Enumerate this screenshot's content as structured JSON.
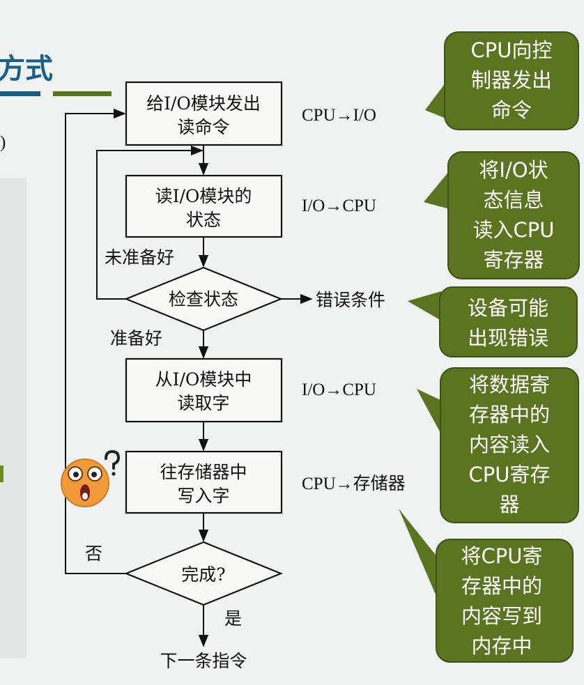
{
  "slide": {
    "title_fragment": "方式",
    "left_fragment": ")",
    "colors": {
      "bubble_fill": "#5b7420",
      "title_blue": "#1a5f8c",
      "bar_blue": "#1d5a85",
      "bar_green": "#5b7420"
    }
  },
  "flowchart": {
    "steps": [
      {
        "line1": "给I/O模块发出",
        "line2": "读命令",
        "transfer": "CPU→I/O"
      },
      {
        "line1": "读I/O模块的",
        "line2": "状态",
        "transfer": "I/O→CPU"
      },
      {
        "line1": "从I/O模块中",
        "line2": "读取字",
        "transfer": "I/O→CPU"
      },
      {
        "line1": "往存储器中",
        "line2": "写入字",
        "transfer": "CPU→存储器"
      }
    ],
    "check_status": "检查状态",
    "not_ready": "未准备好",
    "ready": "准备好",
    "error": "错误条件",
    "done_question": "完成?",
    "no": "否",
    "yes": "是",
    "next_instruction": "下一条指令"
  },
  "bubbles": [
    {
      "lines": [
        "CPU向控",
        "制器发出",
        "命令"
      ]
    },
    {
      "lines": [
        "将I/O状",
        "态信息",
        "读入CPU",
        "寄存器"
      ]
    },
    {
      "lines": [
        "设备可能",
        "出现错误"
      ]
    },
    {
      "lines": [
        "将数据寄",
        "存器中的",
        "内容读入",
        "CPU寄存",
        "器"
      ]
    },
    {
      "lines": [
        "将CPU寄",
        "存器中的",
        "内容写到",
        "内存中"
      ]
    }
  ],
  "icons": {
    "emoji": "surprised-face-icon"
  }
}
